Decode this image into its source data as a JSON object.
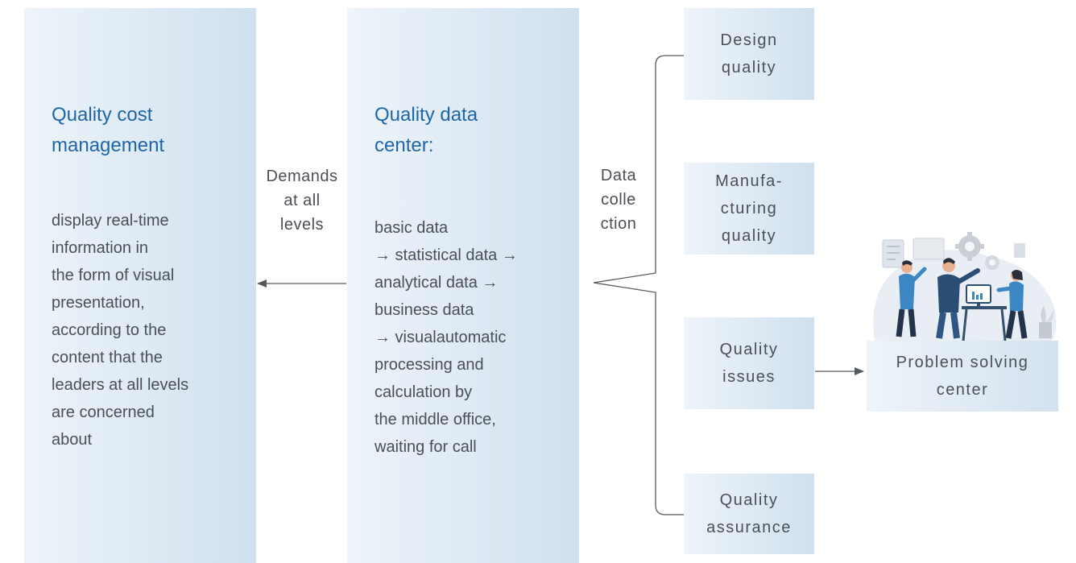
{
  "left_panel": {
    "title": "Quality cost\nmanagement",
    "body": "display real-time\ninformation in\nthe form of visual\npresentation,\naccording to the\ncontent that the\nleaders at all levels\nare concerned\nabout"
  },
  "demands_label": "Demands\nat all\nlevels",
  "center_panel": {
    "title": "Quality data\ncenter:",
    "body": "basic data\n→ statistical data →\nanalytical data →\nbusiness data\n→ visualautomatic\nprocessing and\ncalculation by\nthe middle office,\nwaiting for call"
  },
  "collection_label": "Data\ncolle\nction",
  "categories": {
    "design": "Design\nquality",
    "manufacturing": "Manufa-\ncturing\nquality",
    "issues": "Quality\nissues",
    "assurance": "Quality\nassurance"
  },
  "problem_center": "Problem solving\ncenter",
  "colors": {
    "title_blue": "#1f66a8",
    "panel_light": "#eef4fa",
    "panel_dark": "#cfe0ee",
    "line": "#555a60"
  }
}
